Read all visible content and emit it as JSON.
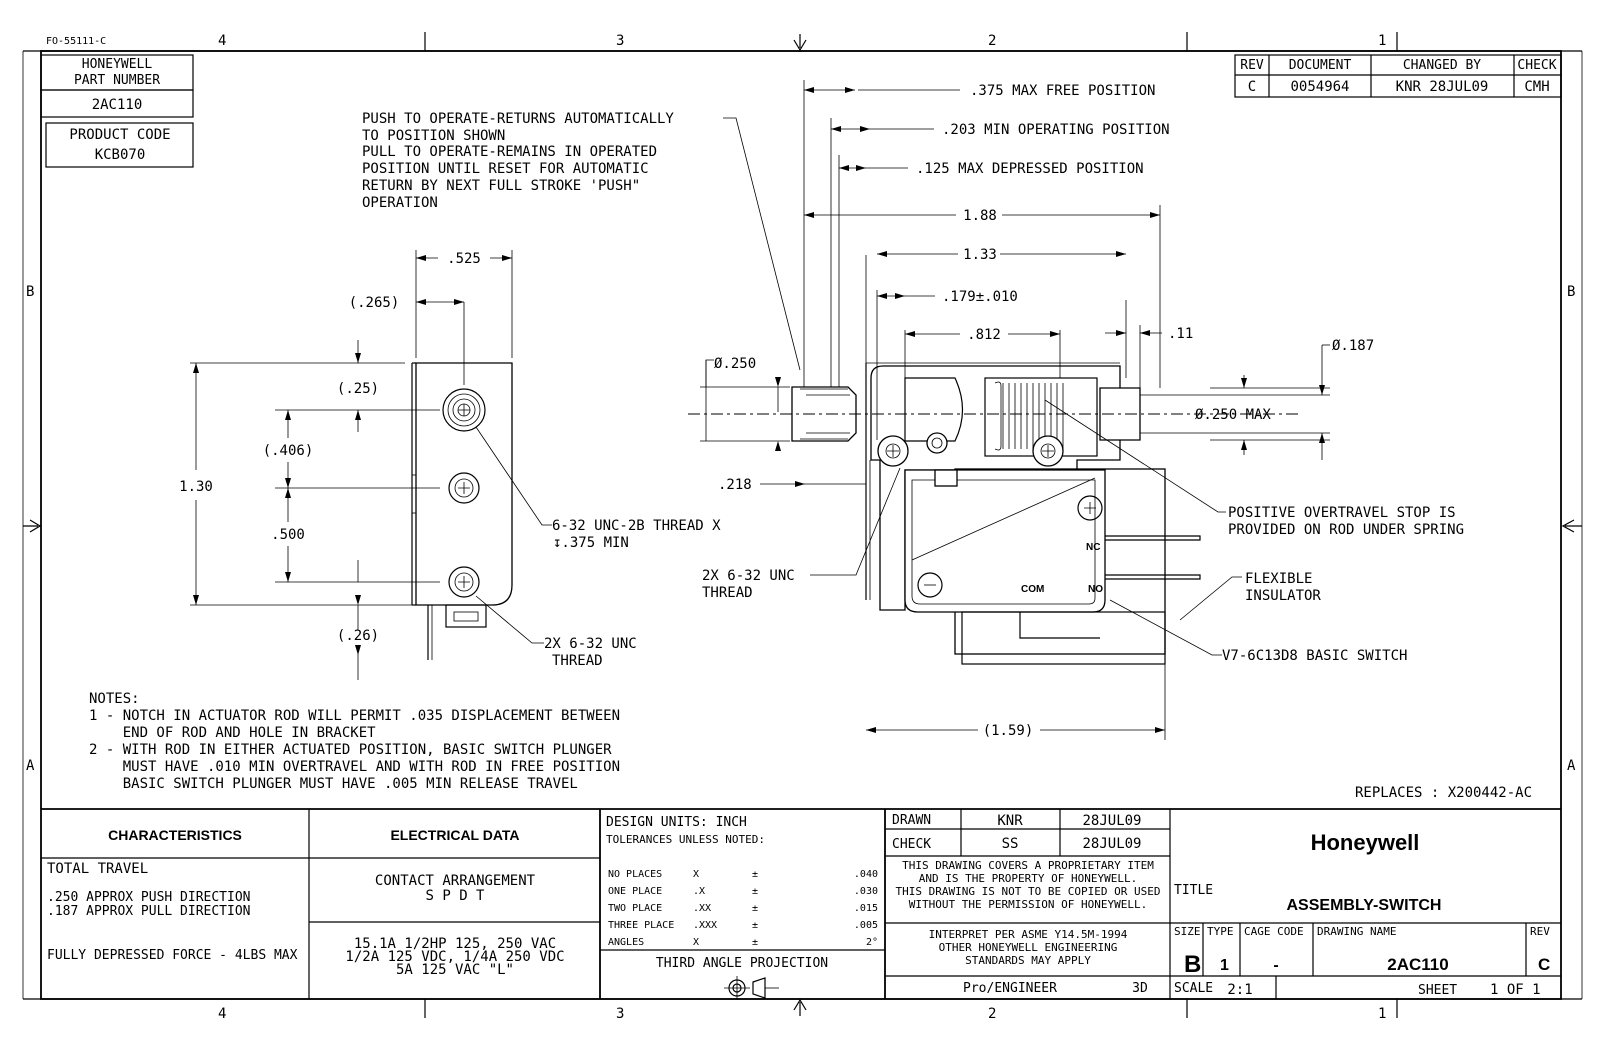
{
  "form_id": "FO-55111-C",
  "zones": {
    "top": [
      "4",
      "3",
      "2",
      "1"
    ],
    "bottom": [
      "4",
      "3",
      "2",
      "1"
    ],
    "left": [
      "B",
      "A"
    ],
    "right": [
      "B",
      "A"
    ]
  },
  "part_block": {
    "label_line1": "HONEYWELL",
    "label_line2": "PART NUMBER",
    "part_number": "2AC110",
    "product_code_label": "PRODUCT CODE",
    "product_code": "KCB070"
  },
  "revision_block": {
    "headers": [
      "REV",
      "DOCUMENT",
      "CHANGED BY",
      "CHECK"
    ],
    "row": [
      "C",
      "0054964",
      "KNR  28JUL09",
      "CMH"
    ]
  },
  "notes_operation": [
    "PUSH TO OPERATE-RETURNS AUTOMATICALLY",
    "TO POSITION SHOWN",
    "PULL TO OPERATE-REMAINS IN OPERATED",
    "POSITION UNTIL RESET FOR AUTOMATIC",
    "RETURN BY NEXT FULL STROKE 'PUSH\"",
    "OPERATION"
  ],
  "dims_side_view": {
    "d525": ".525",
    "d265": "(.265)",
    "d25": "(.25)",
    "d406": "(.406)",
    "d130": "1.30",
    "d500": ".500",
    "d26": "(.26)",
    "thread1_a": "6-32 UNC-2B THREAD X",
    "thread1_b": "↧.375 MIN",
    "thread2_a": "2X 6-32 UNC",
    "thread2_b": "THREAD"
  },
  "dims_front_view": {
    "free_pos": ".375 MAX FREE POSITION",
    "oper_pos": ".203 MIN OPERATING POSITION",
    "depr_pos": ".125 MAX DEPRESSED POSITION",
    "d188": "1.88",
    "d133": "1.33",
    "d179": ".179±.010",
    "d812": ".812",
    "d11": ".11",
    "dia250": "Ø.250",
    "dia187": "Ø.187",
    "dia250max": "Ø.250 MAX",
    "d218": ".218",
    "thread3_a": "2X 6-32 UNC",
    "thread3_b": "THREAD",
    "stop_a": "POSITIVE OVERTRAVEL STOP IS",
    "stop_b": "PROVIDED ON ROD UNDER SPRING",
    "insul_a": "FLEXIBLE",
    "insul_b": "INSULATOR",
    "basic_switch": "V7-6C13D8 BASIC SWITCH",
    "d159": "(1.59)",
    "nc": "NC",
    "com": "COM",
    "no": "NO"
  },
  "notes": {
    "title": "NOTES:",
    "lines": [
      "1 - NOTCH IN ACTUATOR ROD WILL PERMIT .035 DISPLACEMENT BETWEEN",
      "    END OF ROD AND HOLE IN BRACKET",
      "2 - WITH ROD IN EITHER ACTUATED POSITION, BASIC SWITCH PLUNGER",
      "    MUST HAVE .010 MIN OVERTRAVEL AND WITH ROD IN FREE POSITION",
      "    BASIC SWITCH PLUNGER MUST HAVE .005 MIN RELEASE TRAVEL"
    ]
  },
  "replaces": "REPLACES : X200442-AC",
  "characteristics": {
    "header": "CHARACTERISTICS",
    "total_travel": "TOTAL TRAVEL",
    "push": ".250 APPROX PUSH DIRECTION",
    "pull": ".187 APPROX PULL DIRECTION",
    "force": "FULLY DEPRESSED FORCE - 4LBS MAX"
  },
  "electrical": {
    "header": "ELECTRICAL DATA",
    "contact_label": "CONTACT ARRANGEMENT",
    "contact_value": "S P D T",
    "rating1": "15.1A 1/2HP 125, 250 VAC",
    "rating2": "1/2A 125 VDC, 1/4A 250 VDC",
    "rating3": "5A 125 VAC \"L\""
  },
  "tolerances": {
    "units": "DESIGN UNITS:  INCH",
    "header": "TOLERANCES UNLESS NOTED:",
    "rows": [
      {
        "label": "NO PLACES",
        "x": "X",
        "pm": "±",
        "val": ".040"
      },
      {
        "label": "ONE PLACE",
        "x": ".X",
        "pm": "±",
        "val": ".030"
      },
      {
        "label": "TWO PLACE",
        "x": ".XX",
        "pm": "±",
        "val": ".015"
      },
      {
        "label": "THREE PLACE",
        "x": ".XXX",
        "pm": "±",
        "val": ".005"
      },
      {
        "label": "ANGLES",
        "x": "X",
        "pm": "±",
        "val": "2°"
      }
    ],
    "projection": "THIRD ANGLE PROJECTION"
  },
  "approvals": {
    "drawn_label": "DRAWN",
    "drawn_by": "KNR",
    "drawn_date": "28JUL09",
    "check_label": "CHECK",
    "check_by": "SS",
    "check_date": "28JUL09",
    "proprietary": [
      "THIS DRAWING COVERS A PROPRIETARY ITEM",
      "AND IS THE PROPERTY OF HONEYWELL.",
      "THIS DRAWING IS NOT TO BE COPIED OR USED",
      "WITHOUT THE PERMISSION OF HONEYWELL."
    ],
    "interpret": [
      "INTERPRET PER ASME Y14.5M-1994",
      "OTHER HONEYWELL ENGINEERING",
      "STANDARDS MAY APPLY"
    ],
    "cad": "Pro/ENGINEER",
    "cad_mode": "3D"
  },
  "title_block": {
    "company": "Honeywell",
    "title_label": "TITLE",
    "title": "ASSEMBLY-SWITCH",
    "size_label": "SIZE",
    "size": "B",
    "type_label": "TYPE",
    "type": "1",
    "cage_label": "CAGE CODE",
    "cage": "-",
    "dwg_label": "DRAWING NAME",
    "dwg": "2AC110",
    "rev_label": "REV",
    "rev": "C",
    "scale_label": "SCALE",
    "scale": "2:1",
    "sheet_label": "SHEET",
    "sheet": "1 OF 1"
  }
}
